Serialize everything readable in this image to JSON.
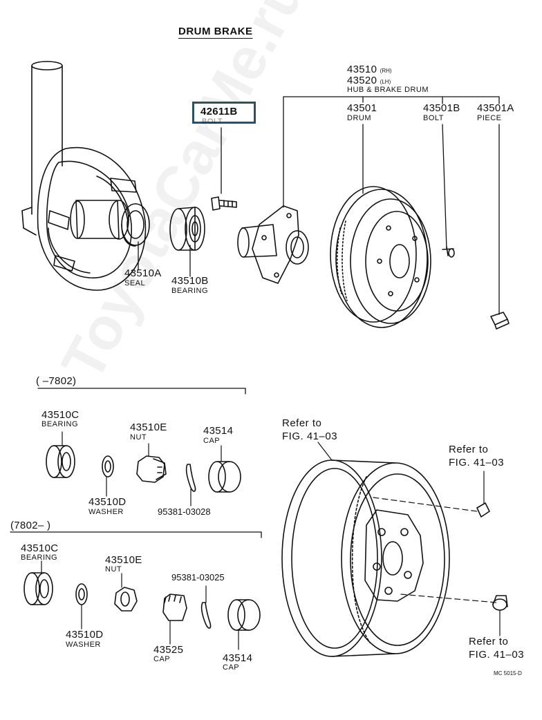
{
  "title": "DRUM BRAKE",
  "watermark": "ToyotaCarMe.ru",
  "highlight_color": "#2f4f63",
  "highlighted_part": {
    "number": "42611B",
    "name": "BOLT"
  },
  "hub_assembly": {
    "rh": "43510",
    "rh_tag": "(RH)",
    "lh": "43520",
    "lh_tag": "(LH)",
    "name": "HUB & BRAKE DRUM"
  },
  "upper_parts": [
    {
      "number": "43501",
      "name": "DRUM"
    },
    {
      "number": "43501B",
      "name": "BOLT"
    },
    {
      "number": "43501A",
      "name": "PIECE"
    },
    {
      "number": "43510A",
      "name": "SEAL"
    },
    {
      "number": "43510B",
      "name": "BEARING"
    }
  ],
  "group_a": {
    "range": "(      –7802)",
    "parts": [
      {
        "number": "43510C",
        "name": "BEARING"
      },
      {
        "number": "43510E",
        "name": "NUT"
      },
      {
        "number": "43514",
        "name": "CAP"
      },
      {
        "number": "43510D",
        "name": "WASHER"
      },
      {
        "number": "95381-03028",
        "name": ""
      }
    ]
  },
  "group_b": {
    "range": "(7802–      )",
    "parts": [
      {
        "number": "43510C",
        "name": "BEARING"
      },
      {
        "number": "43510E",
        "name": "NUT"
      },
      {
        "number": "95381-03025",
        "name": ""
      },
      {
        "number": "43510D",
        "name": "WASHER"
      },
      {
        "number": "43525",
        "name": "CAP"
      },
      {
        "number": "43514",
        "name": "CAP"
      }
    ]
  },
  "refs": [
    {
      "line1": "Refer to",
      "line2": "FIG. 41–03"
    },
    {
      "line1": "Refer to",
      "line2": "FIG. 41–03"
    },
    {
      "line1": "Refer to",
      "line2": "FIG. 41–03"
    }
  ],
  "diagram_code": "MC 5015-D"
}
